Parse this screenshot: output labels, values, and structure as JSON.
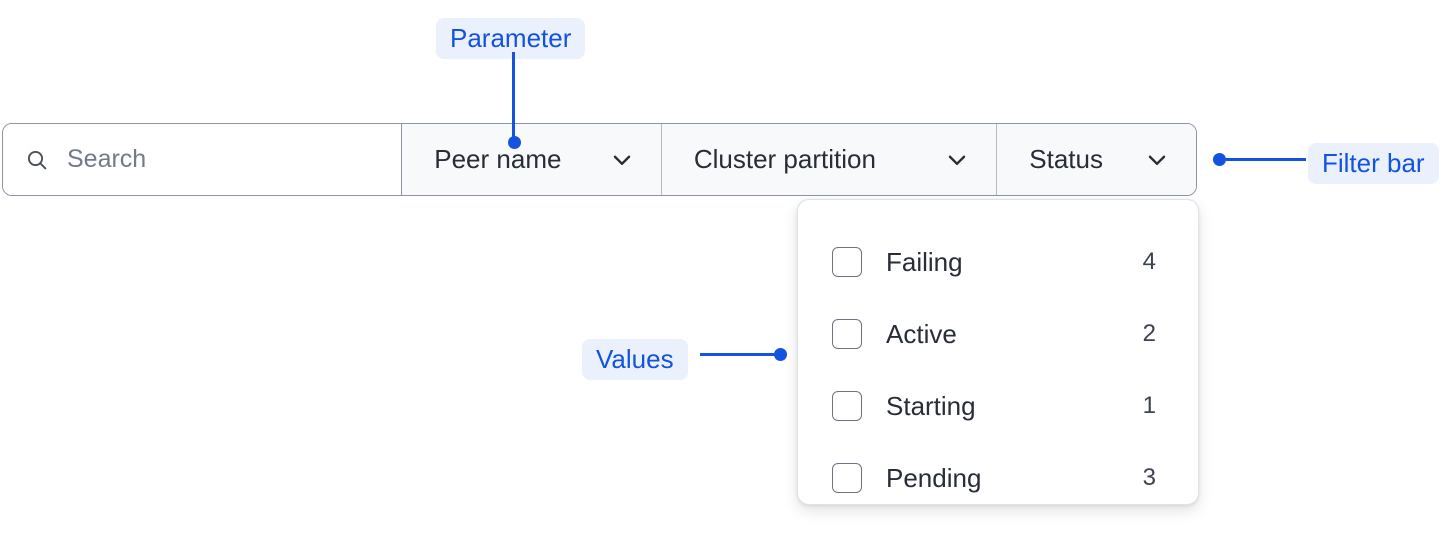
{
  "filter_bar": {
    "search": {
      "placeholder": "Search",
      "value": "",
      "icon": "search-icon"
    },
    "filters": [
      {
        "label": "Peer name",
        "icon": "chevron-down-icon"
      },
      {
        "label": "Cluster partition",
        "icon": "chevron-down-icon"
      },
      {
        "label": "Status",
        "icon": "chevron-down-icon"
      }
    ]
  },
  "dropdown": {
    "open_for": "Status",
    "options": [
      {
        "label": "Failing",
        "count": "4",
        "checked": false
      },
      {
        "label": "Active",
        "count": "2",
        "checked": false
      },
      {
        "label": "Starting",
        "count": "1",
        "checked": false
      },
      {
        "label": "Pending",
        "count": "3",
        "checked": false
      }
    ]
  },
  "annotations": [
    {
      "id": "parameter",
      "label": "Parameter"
    },
    {
      "id": "values",
      "label": "Values"
    },
    {
      "id": "filter-bar",
      "label": "Filter bar"
    }
  ],
  "colors": {
    "annotation_text": "#1452e0",
    "annotation_badge_bg": "#eaf1fd",
    "bar_border": "#8e94a3",
    "filter_segment_bg": "#f8f9fa",
    "text_primary": "#282d37",
    "placeholder": "#737a8a"
  }
}
